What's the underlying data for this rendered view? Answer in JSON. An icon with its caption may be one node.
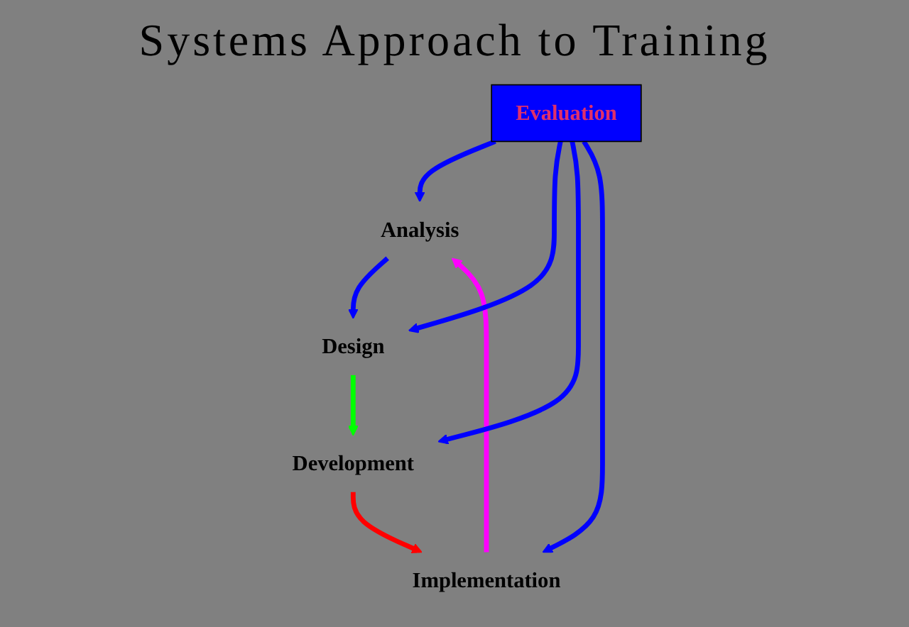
{
  "diagram": {
    "title": "Systems Approach to Training",
    "nodes": [
      {
        "text": [
          "Analysis"
        ]
      },
      {
        "text": [
          "Implementation"
        ]
      },
      {
        "text": [
          "Evaluation"
        ]
      },
      {
        "text": [
          "Design"
        ]
      },
      {
        "text": [
          "Development"
        ]
      }
    ],
    "edges": [
      {
        "from": 0,
        "to": 3,
        "arrow": "to"
      },
      {
        "from": 3,
        "to": 4,
        "arrow": "to",
        "color": "#00ff00"
      },
      {
        "from": 4,
        "to": 1,
        "arrow": "to",
        "color": "#ff0000"
      },
      {
        "from": 1,
        "to": 0,
        "arrow": "to",
        "color": "#ff00ff"
      },
      {
        "from": 2,
        "to": 0,
        "arrow": "to"
      },
      {
        "from": 2,
        "to": 3,
        "arrow": "to"
      },
      {
        "from": 2,
        "to": 4,
        "arrow": "to"
      },
      {
        "from": 2,
        "to": 1,
        "arrow": "to"
      }
    ]
  }
}
